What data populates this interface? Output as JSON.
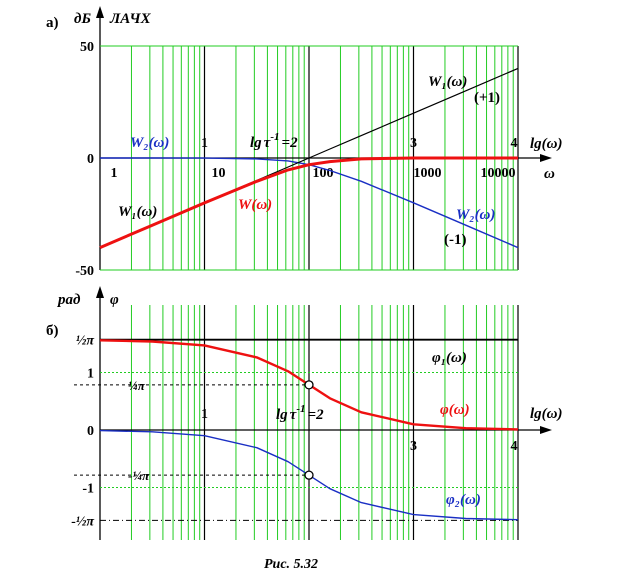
{
  "colors": {
    "w1": "#000000",
    "w2": "#1a2fc4",
    "w": "#ee1111",
    "grid": "#22cc22",
    "phi1": "#000000"
  },
  "caption": "Рис. 5.32",
  "chart_data": [
    {
      "type": "line",
      "panel_label": "а)",
      "ylabel_left": "дБ",
      "ylabel_right": "ЛАЧХ",
      "xlabel": "lg(ω)",
      "xlabel2": "ω",
      "xlim": [
        0,
        4
      ],
      "ylim": [
        -50,
        50
      ],
      "y_ticks": [
        "50",
        "0",
        "-50"
      ],
      "lg_ticks": [
        "1",
        "2",
        "3",
        "4"
      ],
      "omega_ticks": [
        "1",
        "10",
        "100",
        "1000",
        "10000"
      ],
      "grid": true,
      "x": [
        0,
        0.5,
        1,
        1.5,
        1.8,
        2,
        2.2,
        2.5,
        3,
        3.5,
        4
      ],
      "series": [
        {
          "key": "w1",
          "values": [
            -40,
            -30,
            -20,
            -10,
            -4,
            0,
            4,
            10,
            20,
            30,
            40
          ]
        },
        {
          "key": "w2",
          "values": [
            0,
            0,
            -0.04,
            -0.4,
            -1.3,
            -3,
            -5.6,
            -10.4,
            -20,
            -30,
            -40
          ]
        },
        {
          "key": "w",
          "values": [
            -40,
            -30,
            -20.04,
            -10.4,
            -5.3,
            -3,
            -1.6,
            -0.4,
            0,
            0,
            0
          ]
        }
      ],
      "annotations": {
        "w1_top": "W₁(ω)",
        "slope_plus": "(+1)",
        "w2_left": "W₂(ω)",
        "w1_bottom": "W₁(ω)",
        "w_label": "W(ω)",
        "w2_right": "W₂(ω)",
        "slope_minus": "(-1)",
        "corner_prefix": "lg",
        "corner_tau": "τ",
        "corner_exp": "-1",
        "corner_value": "=2"
      }
    },
    {
      "type": "line",
      "panel_label": "б)",
      "ylabel_left": "рад",
      "ylabel_right": "φ",
      "xlabel": "lg(ω)",
      "xlim": [
        0,
        4
      ],
      "ylim": [
        -1.9,
        2.2
      ],
      "y_ticks": [
        "½π",
        "1",
        "0",
        "-1",
        "-½π"
      ],
      "ref_lines": [
        "¼π",
        "-¼π"
      ],
      "lg_ticks": [
        "1",
        "2",
        "3",
        "4"
      ],
      "grid": true,
      "x": [
        0,
        0.5,
        1,
        1.5,
        1.8,
        2,
        2.2,
        2.5,
        3,
        3.5,
        4
      ],
      "series": [
        {
          "key": "phi1",
          "values": [
            1.5708,
            1.5708,
            1.5708,
            1.5708,
            1.5708,
            1.5708,
            1.5708,
            1.5708,
            1.5708,
            1.5708,
            1.5708
          ]
        },
        {
          "key": "phi",
          "values": [
            1.5608,
            1.539,
            1.4711,
            1.2626,
            1.0202,
            0.7854,
            0.5506,
            0.3082,
            0.0997,
            0.0316,
            0.01
          ]
        },
        {
          "key": "phi2",
          "values": [
            -0.01,
            -0.0316,
            -0.0997,
            -0.3082,
            -0.5506,
            -0.7854,
            -1.0202,
            -1.2626,
            -1.4711,
            -1.539,
            -1.5608
          ]
        }
      ],
      "markers": [
        {
          "x": 2,
          "y": 0.7854
        },
        {
          "x": 2,
          "y": -0.7854
        }
      ],
      "annotations": {
        "phi1": "φ₁(ω)",
        "phi": "φ(ω)",
        "phi2": "φ₂(ω)",
        "corner_prefix": "lg",
        "corner_tau": "τ",
        "corner_exp": "-1",
        "corner_value": "=2"
      }
    }
  ]
}
